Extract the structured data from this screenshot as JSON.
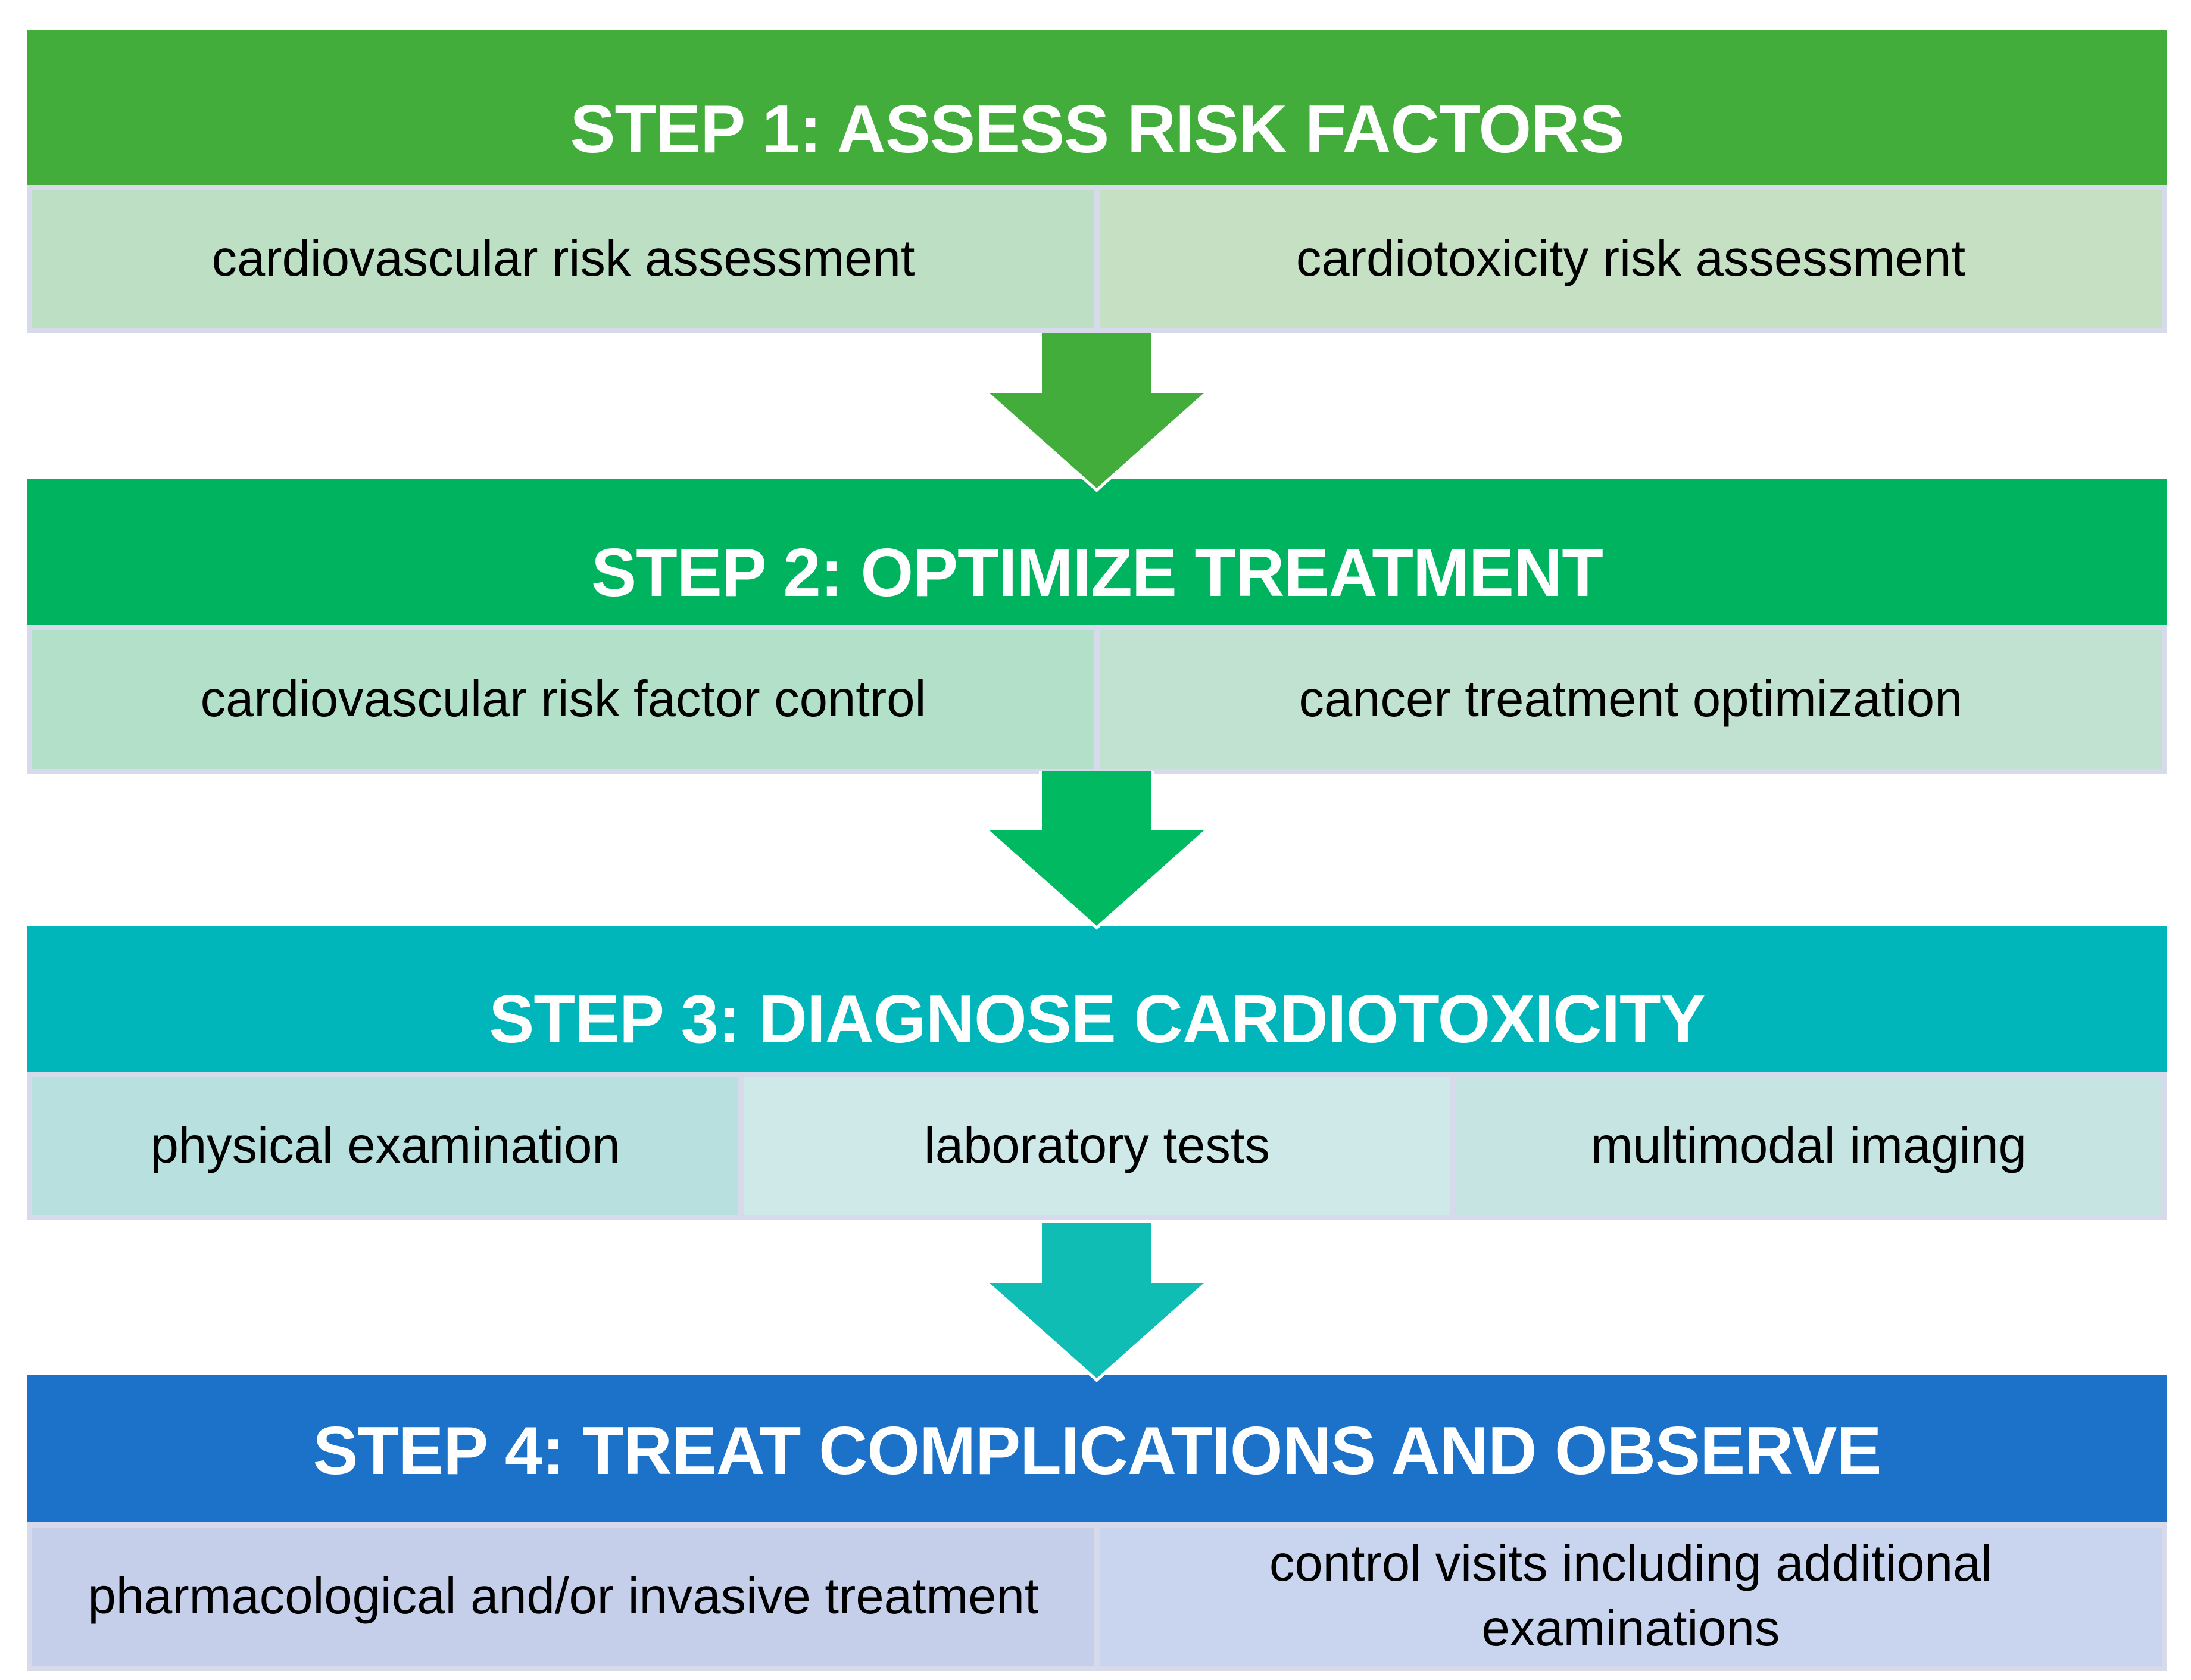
{
  "diagram": {
    "type": "flowchart",
    "direction": "top-to-bottom"
  },
  "steps": [
    {
      "title": "STEP 1: ASSESS RISK FACTORS",
      "color": "#43AD3C",
      "arrow_color": "#43AD3C",
      "cells": [
        {
          "label": "cardiovascular risk assessment",
          "bg": "#BDDFC3"
        },
        {
          "label": "cardiotoxicity risk assessment",
          "bg": "#C6E0C4"
        }
      ]
    },
    {
      "title": "STEP 2: OPTIMIZE TREATMENT",
      "color": "#00B45F",
      "arrow_color": "#00B961",
      "cells": [
        {
          "label": "cardiovascular risk factor control",
          "bg": "#B3E0C8"
        },
        {
          "label": "cancer treatment optimization",
          "bg": "#C2E2D1"
        }
      ]
    },
    {
      "title": "STEP 3: DIAGNOSE CARDIOTOXICITY",
      "color": "#00B6BA",
      "arrow_color": "#0FBDB4",
      "cells": [
        {
          "label": "physical examination",
          "bg": "#B8E0DF"
        },
        {
          "label": "laboratory tests",
          "bg": "#CFE9E8"
        },
        {
          "label": "multimodal imaging",
          "bg": "#C6E5E2"
        }
      ]
    },
    {
      "title": "STEP 4: TREAT COMPLICATIONS AND OBSERVE",
      "color": "#1B72C8",
      "arrow_color": null,
      "cells": [
        {
          "label": "pharmacological and/or invasive treatment",
          "bg": "#C5CFE9"
        },
        {
          "label": "control visits including additional examinations",
          "bg": "#C9D5EE"
        }
      ]
    }
  ],
  "colors": {
    "background": "#FFFFFF",
    "row_border": "#D6DAEB",
    "header_text": "#FFFFFF",
    "cell_text": "#000000",
    "arrow_outline": "#FFFFFF"
  }
}
